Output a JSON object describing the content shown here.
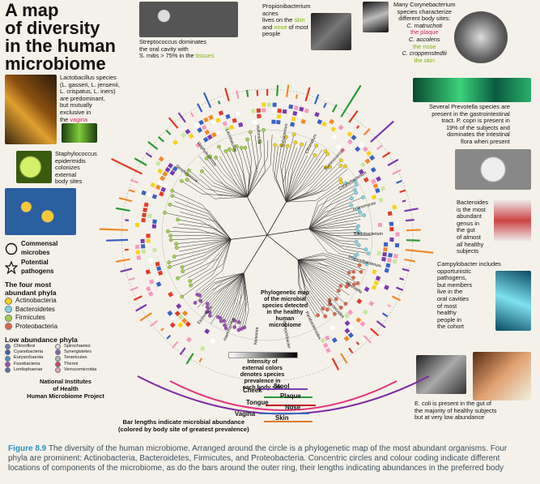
{
  "title": {
    "line1": "A map",
    "line2": "of diversity",
    "line3": "in the human",
    "line4": "microbiome"
  },
  "annotations": {
    "strep": {
      "l1": "Streptococcus dominates",
      "l2": "the oral cavity with",
      "l3a": "S. mitis > 75% in the ",
      "l3b": "tissues"
    },
    "propioni": {
      "l1": "Propionibacterium acnes",
      "l2": "lives on the",
      "l2b": "skin",
      "l3a": "and",
      "l3b": "nose",
      "l3c": "of most",
      "l4": "people"
    },
    "coryne": {
      "l1": "Many Corynebacterium",
      "l2": "species characterize",
      "l3": "different body sites:",
      "l4": "C. matruchoti",
      "l5": "the plaque",
      "l6": "C. accolens",
      "l7": "the nose",
      "l8": "C. croppenstedtii",
      "l9": "the skin"
    },
    "lacto": {
      "l1": "Lactobacillus species",
      "l2": "(L. gasseri, L. jensenii,",
      "l3": "L. crispatus, L. iners)",
      "l4": "are predominant,",
      "l5": "but mutually",
      "l6": "exclusive in",
      "l7a": "the ",
      "l7b": "vagina"
    },
    "staph": {
      "l1": "Staphylococcus",
      "l2": "epidermidis",
      "l3": "colonizes",
      "l4": "external",
      "l5": "body sites"
    },
    "prevotella": {
      "l1": "Several Prevotella species are",
      "l2": "present in the gastrointestinal",
      "l3": "tract. P. copri is present in",
      "l4": "19% of the subjects and",
      "l5": "dominates the intestinal",
      "l6": "flora when present"
    },
    "bacteroides": {
      "l1": "Bacteroides",
      "l2": "is the most",
      "l3": "abundant",
      "l4": "genus in",
      "l5": "the gut",
      "l6": "of almost",
      "l7": "all healthy",
      "l8": "subjects"
    },
    "campylo": {
      "l1": "Campylobacter includes",
      "l2": "opportunistic",
      "l3": "pathogens,",
      "l4": "but members",
      "l5": "live in the",
      "l6": "oral cavities",
      "l7": "of most",
      "l8": "healthy",
      "l9": "people in",
      "l10": "the cohort"
    },
    "ecoli": {
      "l1": "E. coli is present in the gut of",
      "l2": "the majority of healthy subjects",
      "l3": "but at very low abundance"
    }
  },
  "legend": {
    "commensal": "Commensal microbes",
    "pathogen": "Potential pathogens",
    "four_head": "The four most abundant phyla",
    "phyla": [
      {
        "name": "Actinobacteria",
        "color": "#f2d21b"
      },
      {
        "name": "Bacteroidetes",
        "color": "#7fd6e6"
      },
      {
        "name": "Firmicutes",
        "color": "#9fd14a"
      },
      {
        "name": "Proteobacteria",
        "color": "#e0674a"
      }
    ],
    "low_head": "Low abundance phyla",
    "low": [
      {
        "name": "Chloroflexi",
        "color": "#6c7bb8"
      },
      {
        "name": "Spirochaetes",
        "color": "#d9d9d9"
      },
      {
        "name": "Cyanobacteria",
        "color": "#3c5ea8"
      },
      {
        "name": "Synergistetes",
        "color": "#8a5fb0"
      },
      {
        "name": "Euryarchaeota",
        "color": "#4b8ec0"
      },
      {
        "name": "Tenericutes",
        "color": "#b8b8b8"
      },
      {
        "name": "Fusobacteria",
        "color": "#9c4fb6"
      },
      {
        "name": "Thermi",
        "color": "#cf3f74"
      },
      {
        "name": "Lentisphaerae",
        "color": "#5a6fa8"
      },
      {
        "name": "Verrucomicrobia",
        "color": "#e8a4c6"
      }
    ],
    "nih1": "National Institutes",
    "nih2": "of Health",
    "nih3": "Human Microbiome Project"
  },
  "center": {
    "l1": "Phylogenetic map",
    "l2": "of the microbial",
    "l3": "species detected",
    "l4": "in the healthy",
    "l5": "human",
    "l6": "microbiome"
  },
  "intensity": {
    "l1": "Intensity of",
    "l2": "external colors",
    "l3": "denotes species",
    "l4": "prevalence in",
    "l5": "each body site"
  },
  "sites": {
    "stool": "Stool",
    "cheek": "Cheek",
    "plaque": "Plaque",
    "tongue": "Tongue",
    "nose": "Nose",
    "vagina": "Vagina",
    "skin": "Skin"
  },
  "bar_note": {
    "l1": "Bar lengths indicate microbial abundance",
    "l2": "(colored by body site of greatest prevalence)"
  },
  "tree_labels": [
    "Streptococcus",
    "Staphylococcus",
    "Lactobacillus",
    "Veillonella",
    "Eubacterium",
    "Clostridium",
    "Ruminococcus",
    "Corynebacterium",
    "Actinomyces",
    "Bifidobacterium",
    "Propionibacterium",
    "Prevotella",
    "Bacteroides",
    "Parabacteroides",
    "Campylobacter",
    "Neisseria",
    "Haemophilus",
    "Escherichia"
  ],
  "caption": {
    "fig": "Figure 8.9",
    "l1": " The diversity of the human microbiome. Arranged around the circle is a phylogenetic map of the most abundant organisms. Four",
    "l2": "phyla are prominent: Actinobacteria, Bacteroidetes, Firmicutes, and Proteobacteria. Concentric circles and colour coding indicate different",
    "l3": "locations of components of the microbiome, as do the bars around the outer ring, their lengths indicating abundances in the preferred body"
  }
}
